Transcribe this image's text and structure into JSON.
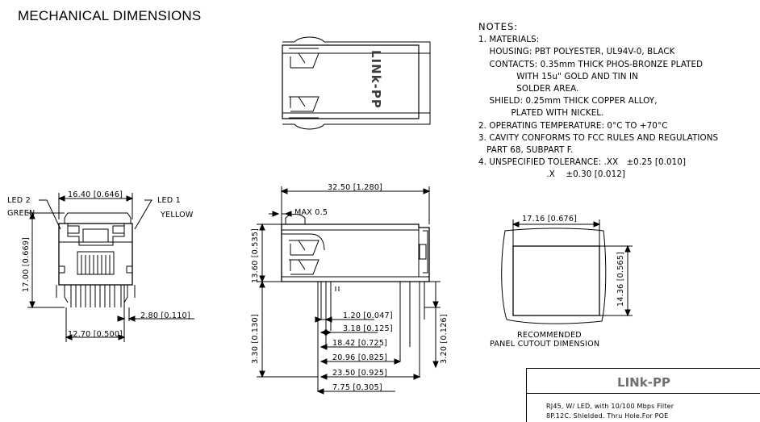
{
  "title": "MECHANICAL DIMENSIONS",
  "notes": {
    "heading": "NOTES:",
    "lines": [
      "1. MATERIALS:",
      "    HOUSING: PBT POLYESTER, UL94V-0, BLACK",
      "    CONTACTS: 0.35mm THICK PHOS-BRONZE PLATED",
      "              WITH 15u\" GOLD AND TIN IN",
      "              SOLDER AREA.",
      "    SHIELD: 0.25mm THICK COPPER ALLOY,",
      "            PLATED WITH NICKEL.",
      "2. OPERATING TEMPERATURE: 0°C TO +70°C",
      "3. CAVITY CONFORMS TO FCC RULES AND REGULATIONS",
      "   PART 68, SUBPART F.",
      "4. UNSPECIFIED TOLERANCE: .XX   ±0.25 [0.010]",
      "                         .X    ±0.30 [0.012]"
    ]
  },
  "brand_side": "LINk-PP",
  "front_view": {
    "led2_label": "LED 2",
    "led2_color": "GREEN",
    "led1_label": "LED 1",
    "led1_color": "YELLOW",
    "width_dim": "16.40 [0.646]",
    "height_dim": "17.00 [0.669]",
    "pin_offset_dim": "2.80 [0.110]",
    "pin_span_dim": "12.70 [0.500]"
  },
  "side_view": {
    "length_dim": "32.50 [1.280]",
    "max_label": "MAX 0.5",
    "height_dim": "13.60 [0.535]",
    "pin_len_dim": "3.30 [0.130]",
    "right_pin_dim": "3.20 [0.126]",
    "dims": [
      "1.20 [0.047]",
      "3.18 [0.125]",
      "18.42 [0.725]",
      "20.96 [0.825]",
      "23.50 [0.925]",
      "7.75 [0.305]"
    ]
  },
  "cutout": {
    "width_dim": "17.16 [0.676]",
    "height_dim": "14.36 [0.565]",
    "caption_line1": "RECOMMENDED",
    "caption_line2": "PANEL CUTOUT DIMENSION"
  },
  "titleblock": {
    "brand": "LINk-PP",
    "desc1": "RJ45,  W/ LED, with 10/100 Mbps Filter",
    "desc2": "8P.12C. Shielded. Thru Hole.For POE"
  }
}
